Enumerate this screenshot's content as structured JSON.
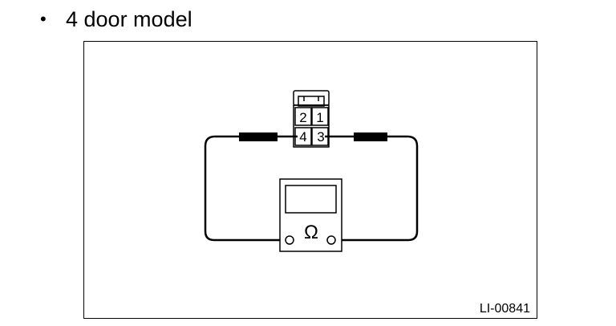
{
  "heading": {
    "bullet": "•",
    "text": "4 door model"
  },
  "diagram": {
    "connector_pins": {
      "pin_2": "2",
      "pin_1": "1",
      "pin_4": "4",
      "pin_3": "3"
    },
    "meter_symbol": "Ω",
    "figure_id": "LI-00841"
  }
}
